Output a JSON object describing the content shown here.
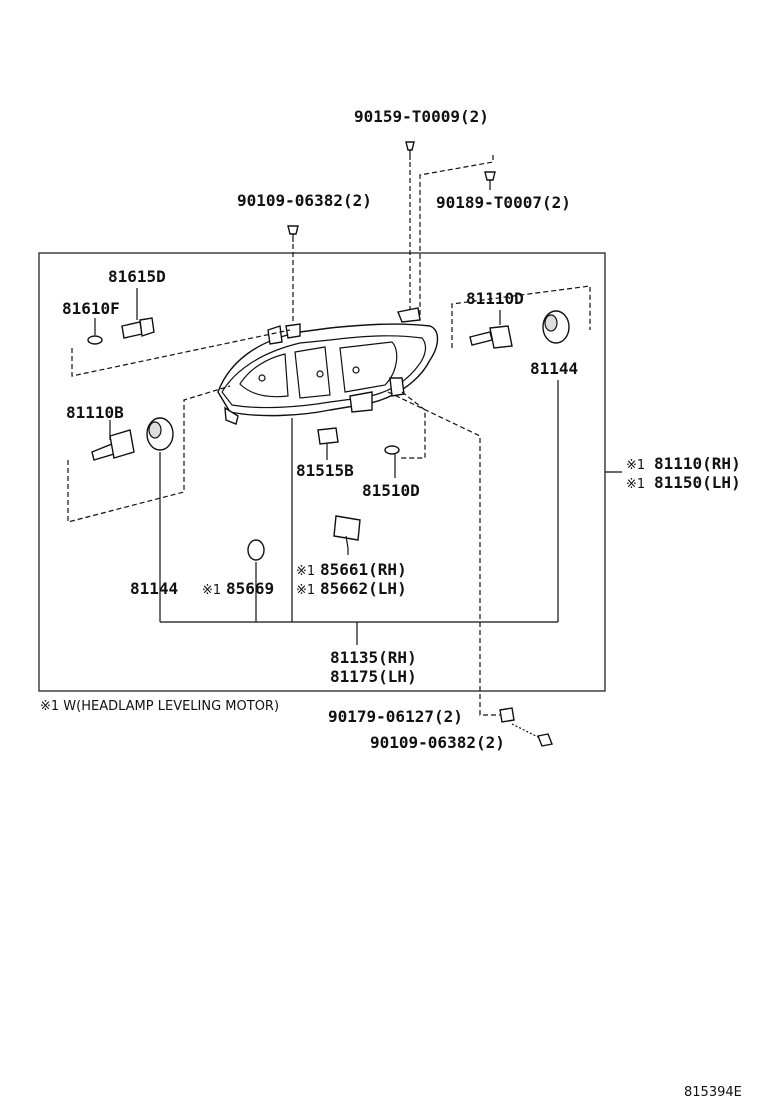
{
  "diagram": {
    "labels": {
      "p90159": "90159-T0009(2)",
      "p90109a": "90109-06382(2)",
      "p90189": "90189-T0007(2)",
      "p81615D": "81615D",
      "p81610F": "81610F",
      "p81110D": "81110D",
      "p81144a": "81144",
      "p81110B": "81110B",
      "p81515B": "81515B",
      "p81510D": "81510D",
      "p81110RH": "81110(RH)",
      "p81150LH": "81150(LH)",
      "p85661": "85661(RH)",
      "p85662": "85662(LH)",
      "p81144b": "81144",
      "p85669": "85669",
      "p81135": "81135(RH)",
      "p81175": "81175(LH)",
      "p90179": "90179-06127(2)",
      "p90109b": "90109-06382(2)",
      "mark1": "※1",
      "footnote": "※1  W(HEADLAMP LEVELING MOTOR)",
      "code": "815394E"
    }
  }
}
